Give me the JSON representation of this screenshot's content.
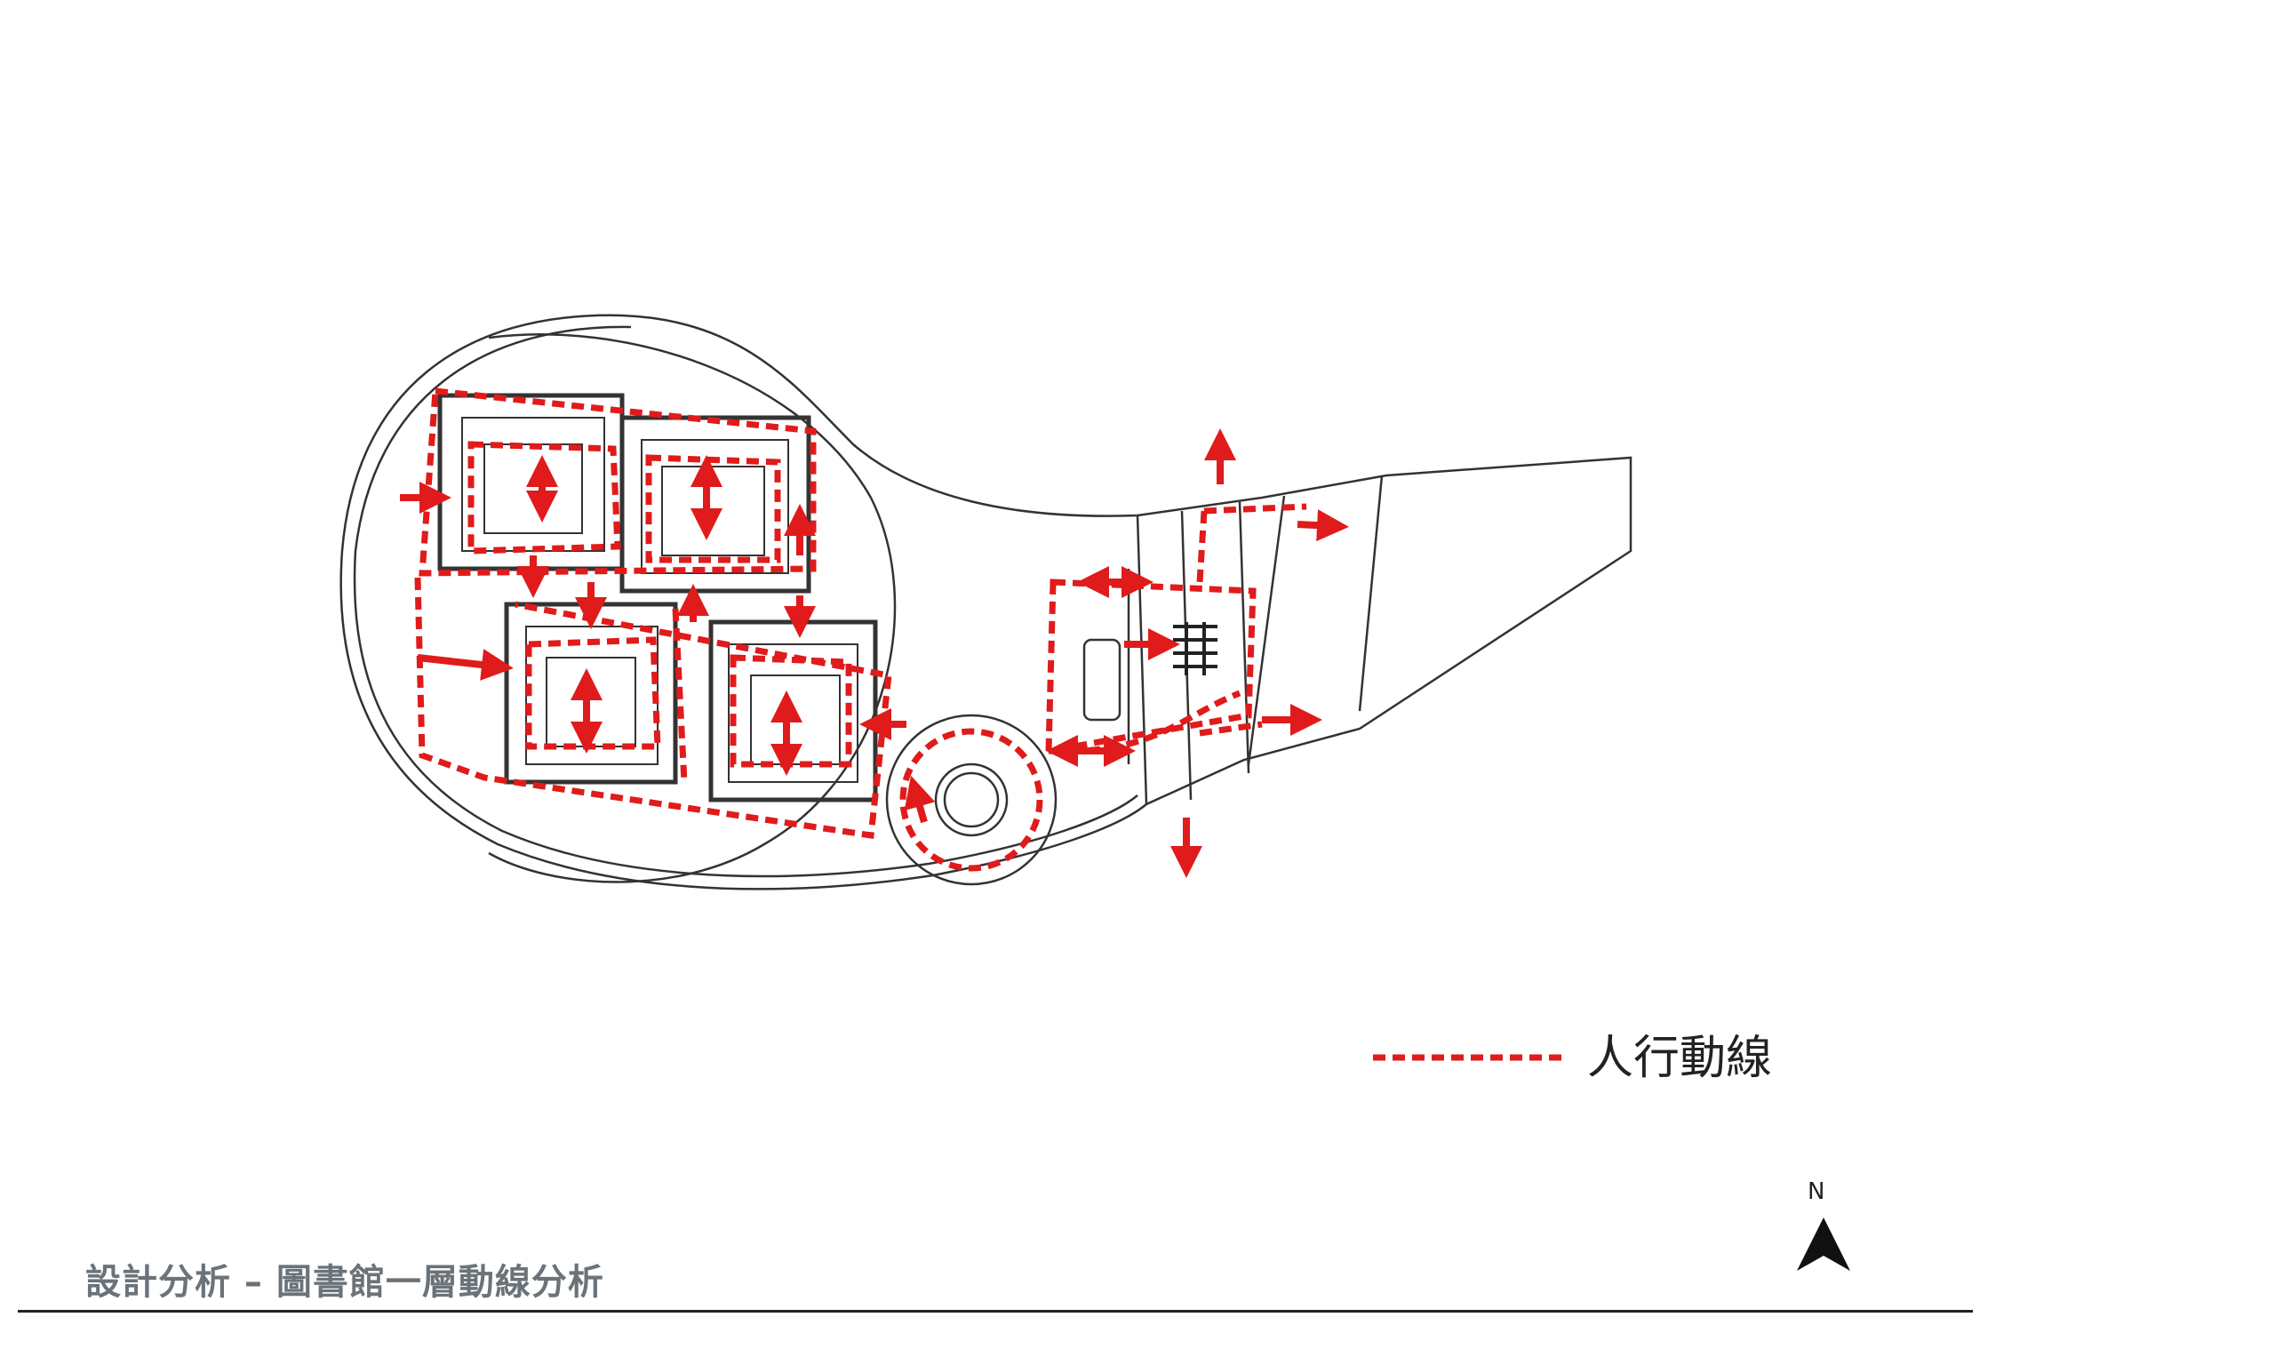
{
  "legend": {
    "label": "人行動線",
    "line_color": "#e01b1b"
  },
  "compass": {
    "label": "N"
  },
  "footer": {
    "title": "設計分析 – 圖書館一層動線分析"
  },
  "colors": {
    "circulation": "#e01b1b",
    "linework": "#333333"
  }
}
